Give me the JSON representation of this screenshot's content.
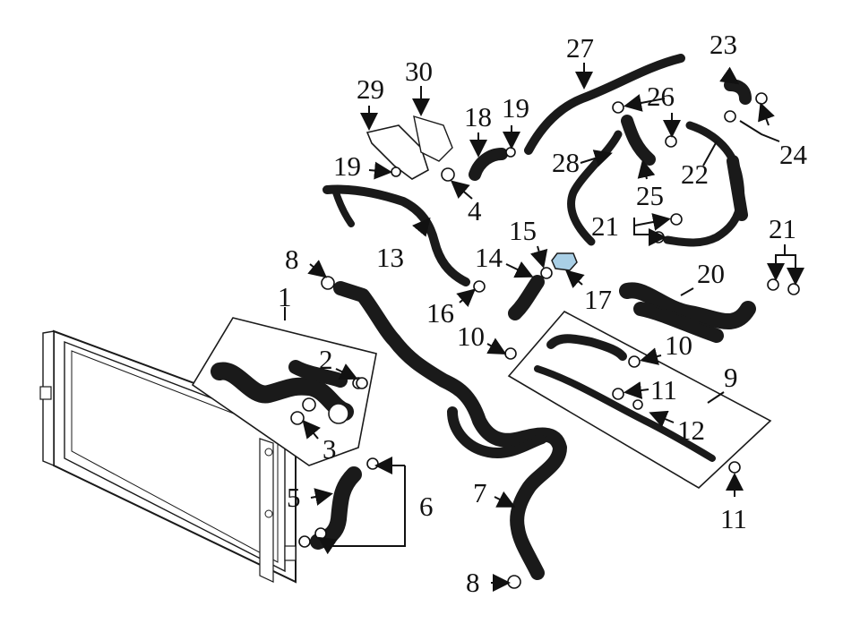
{
  "diagram": {
    "highlight_color": "#a9cfe6",
    "line_color": "#1a1a1a",
    "background": "#ffffff",
    "callouts": [
      "1",
      "2",
      "3",
      "4",
      "5",
      "6",
      "7",
      "8",
      "8",
      "9",
      "10",
      "10",
      "11",
      "11",
      "12",
      "13",
      "14",
      "15",
      "16",
      "17",
      "18",
      "19",
      "19",
      "20",
      "21",
      "21",
      "22",
      "23",
      "24",
      "25",
      "26",
      "27",
      "28",
      "29",
      "30"
    ]
  }
}
